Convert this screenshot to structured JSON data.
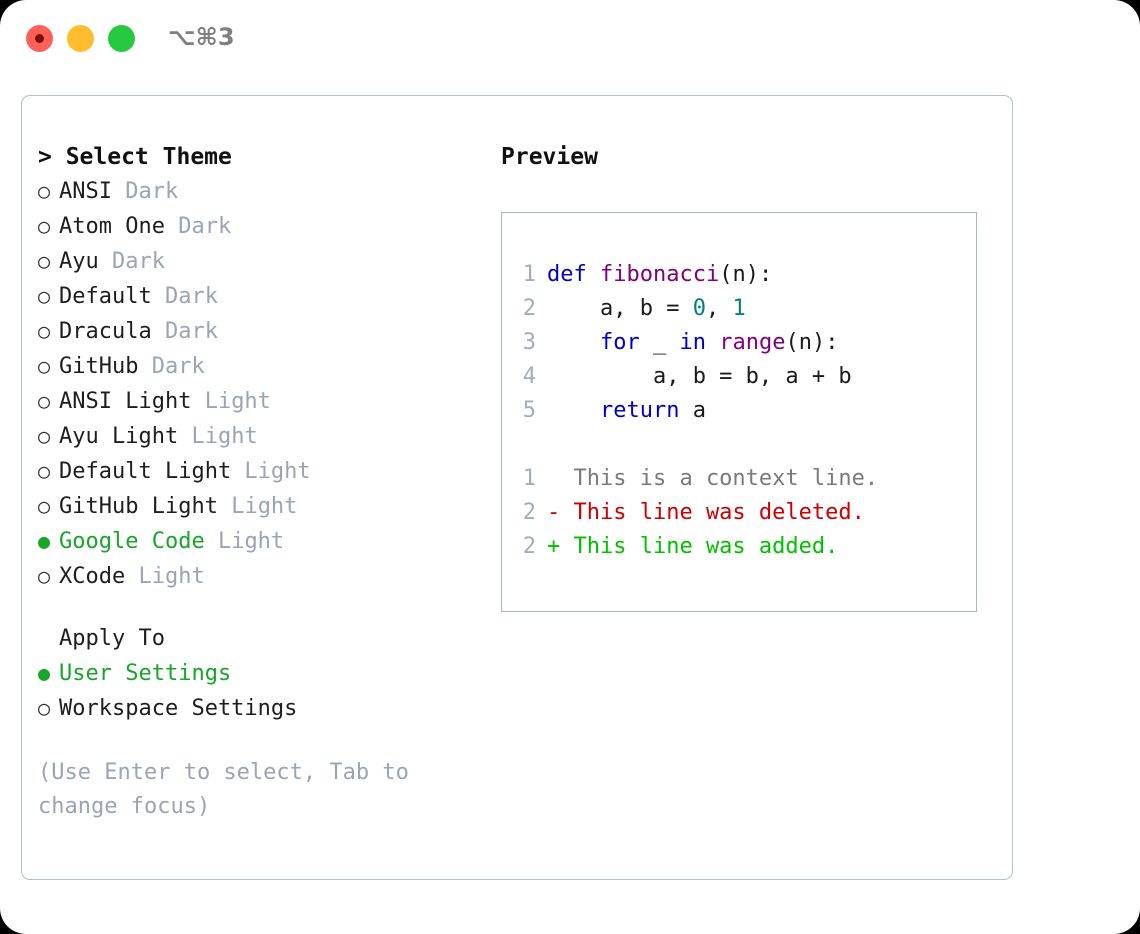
{
  "window": {
    "shortcut_label": "⌥⌘3",
    "traffic_lights": [
      "close-button",
      "minimize-button",
      "maximize-button"
    ]
  },
  "theme_picker": {
    "header": "> Select Theme",
    "selected_theme": "Google Code",
    "items": [
      {
        "name": "ANSI",
        "kind": "Dark",
        "selected": false
      },
      {
        "name": "Atom One",
        "kind": "Dark",
        "selected": false
      },
      {
        "name": "Ayu",
        "kind": "Dark",
        "selected": false
      },
      {
        "name": "Default",
        "kind": "Dark",
        "selected": false
      },
      {
        "name": "Dracula",
        "kind": "Dark",
        "selected": false
      },
      {
        "name": "GitHub",
        "kind": "Dark",
        "selected": false
      },
      {
        "name": "ANSI Light",
        "kind": "Light",
        "selected": false
      },
      {
        "name": "Ayu Light",
        "kind": "Light",
        "selected": false
      },
      {
        "name": "Default Light",
        "kind": "Light",
        "selected": false
      },
      {
        "name": "GitHub Light",
        "kind": "Light",
        "selected": false
      },
      {
        "name": "Google Code",
        "kind": "Light",
        "selected": true
      },
      {
        "name": "XCode",
        "kind": "Light",
        "selected": false
      }
    ]
  },
  "apply_to": {
    "title": "Apply To",
    "selected": "User Settings",
    "options": [
      {
        "name": "User Settings",
        "selected": true
      },
      {
        "name": "Workspace Settings",
        "selected": false
      }
    ]
  },
  "hint": "(Use Enter to select, Tab to change focus)",
  "preview": {
    "title": "Preview",
    "code_lines": [
      {
        "no": "1",
        "tokens": [
          {
            "t": "def ",
            "c": "tok-kw"
          },
          {
            "t": "fibonacci",
            "c": "tok-fn"
          },
          {
            "t": "(n):",
            "c": "tok-pl"
          }
        ]
      },
      {
        "no": "2",
        "tokens": [
          {
            "t": "    a, b = ",
            "c": "tok-pl"
          },
          {
            "t": "0",
            "c": "tok-num"
          },
          {
            "t": ", ",
            "c": "tok-pl"
          },
          {
            "t": "1",
            "c": "tok-num"
          }
        ]
      },
      {
        "no": "3",
        "tokens": [
          {
            "t": "    ",
            "c": "tok-pl"
          },
          {
            "t": "for",
            "c": "tok-kw"
          },
          {
            "t": " _ ",
            "c": "tok-pl"
          },
          {
            "t": "in",
            "c": "tok-kw"
          },
          {
            "t": " ",
            "c": "tok-pl"
          },
          {
            "t": "range",
            "c": "tok-fn"
          },
          {
            "t": "(n):",
            "c": "tok-pl"
          }
        ]
      },
      {
        "no": "4",
        "tokens": [
          {
            "t": "        a, b = b, a + b",
            "c": "tok-pl"
          }
        ]
      },
      {
        "no": "5",
        "tokens": [
          {
            "t": "    ",
            "c": "tok-pl"
          },
          {
            "t": "return",
            "c": "tok-kw"
          },
          {
            "t": " a",
            "c": "tok-pl"
          }
        ]
      }
    ],
    "diff_lines": [
      {
        "no": "1",
        "text": "  This is a context line.",
        "cls": "diff-ctx"
      },
      {
        "no": "2",
        "text": "- This line was deleted.",
        "cls": "diff-del"
      },
      {
        "no": "2",
        "text": "+ This line was added.",
        "cls": "diff-add"
      }
    ]
  },
  "colors": {
    "accent_green": "#17a629",
    "muted": "#9aa4b4",
    "border": "#b6bfce",
    "diff_delete": "#cc0000",
    "diff_add": "#00c000",
    "keyword": "#0000cc",
    "function": "#800080",
    "number": "#008080"
  }
}
